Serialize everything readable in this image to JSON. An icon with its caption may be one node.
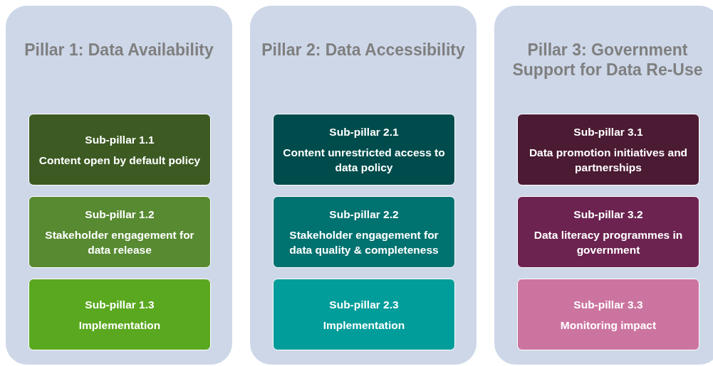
{
  "diagram": {
    "nodes": [
      {
        "text": [
          "Pillar 1: Data Availability"
        ]
      },
      {
        "text": [
          "Sub-pillar 1.1",
          "Content open by default policy"
        ],
        "in": 0
      },
      {
        "text": [
          "Sub-pillar 1.2",
          "Stakeholder engagement for data release"
        ],
        "in": 0
      },
      {
        "text": [
          "Sub-pillar 1.3",
          "Implementation"
        ],
        "in": 0
      },
      {
        "text": [
          "Pillar 2: Data Accessibility"
        ]
      },
      {
        "text": [
          "Sub-pillar 2.1",
          "Content unrestricted access to data policy"
        ],
        "in": 4
      },
      {
        "text": [
          "Sub-pillar 2.2",
          "Stakeholder engagement for data quality & completeness"
        ],
        "in": 4
      },
      {
        "text": [
          "Sub-pillar 2.3",
          "Implementation"
        ],
        "in": 4
      },
      {
        "text": [
          "Pillar 3: Government Support for Data Re-Use"
        ]
      },
      {
        "text": [
          "Sub-pillar 3.1",
          "Data promotion initiatives and partnerships"
        ],
        "in": 8
      },
      {
        "text": [
          "Sub-pillar 3.2",
          "Data literacy programmes in government"
        ],
        "in": 8
      },
      {
        "text": [
          "Sub-pillar 3.3",
          "Monitoring impact"
        ],
        "in": 8
      }
    ]
  }
}
